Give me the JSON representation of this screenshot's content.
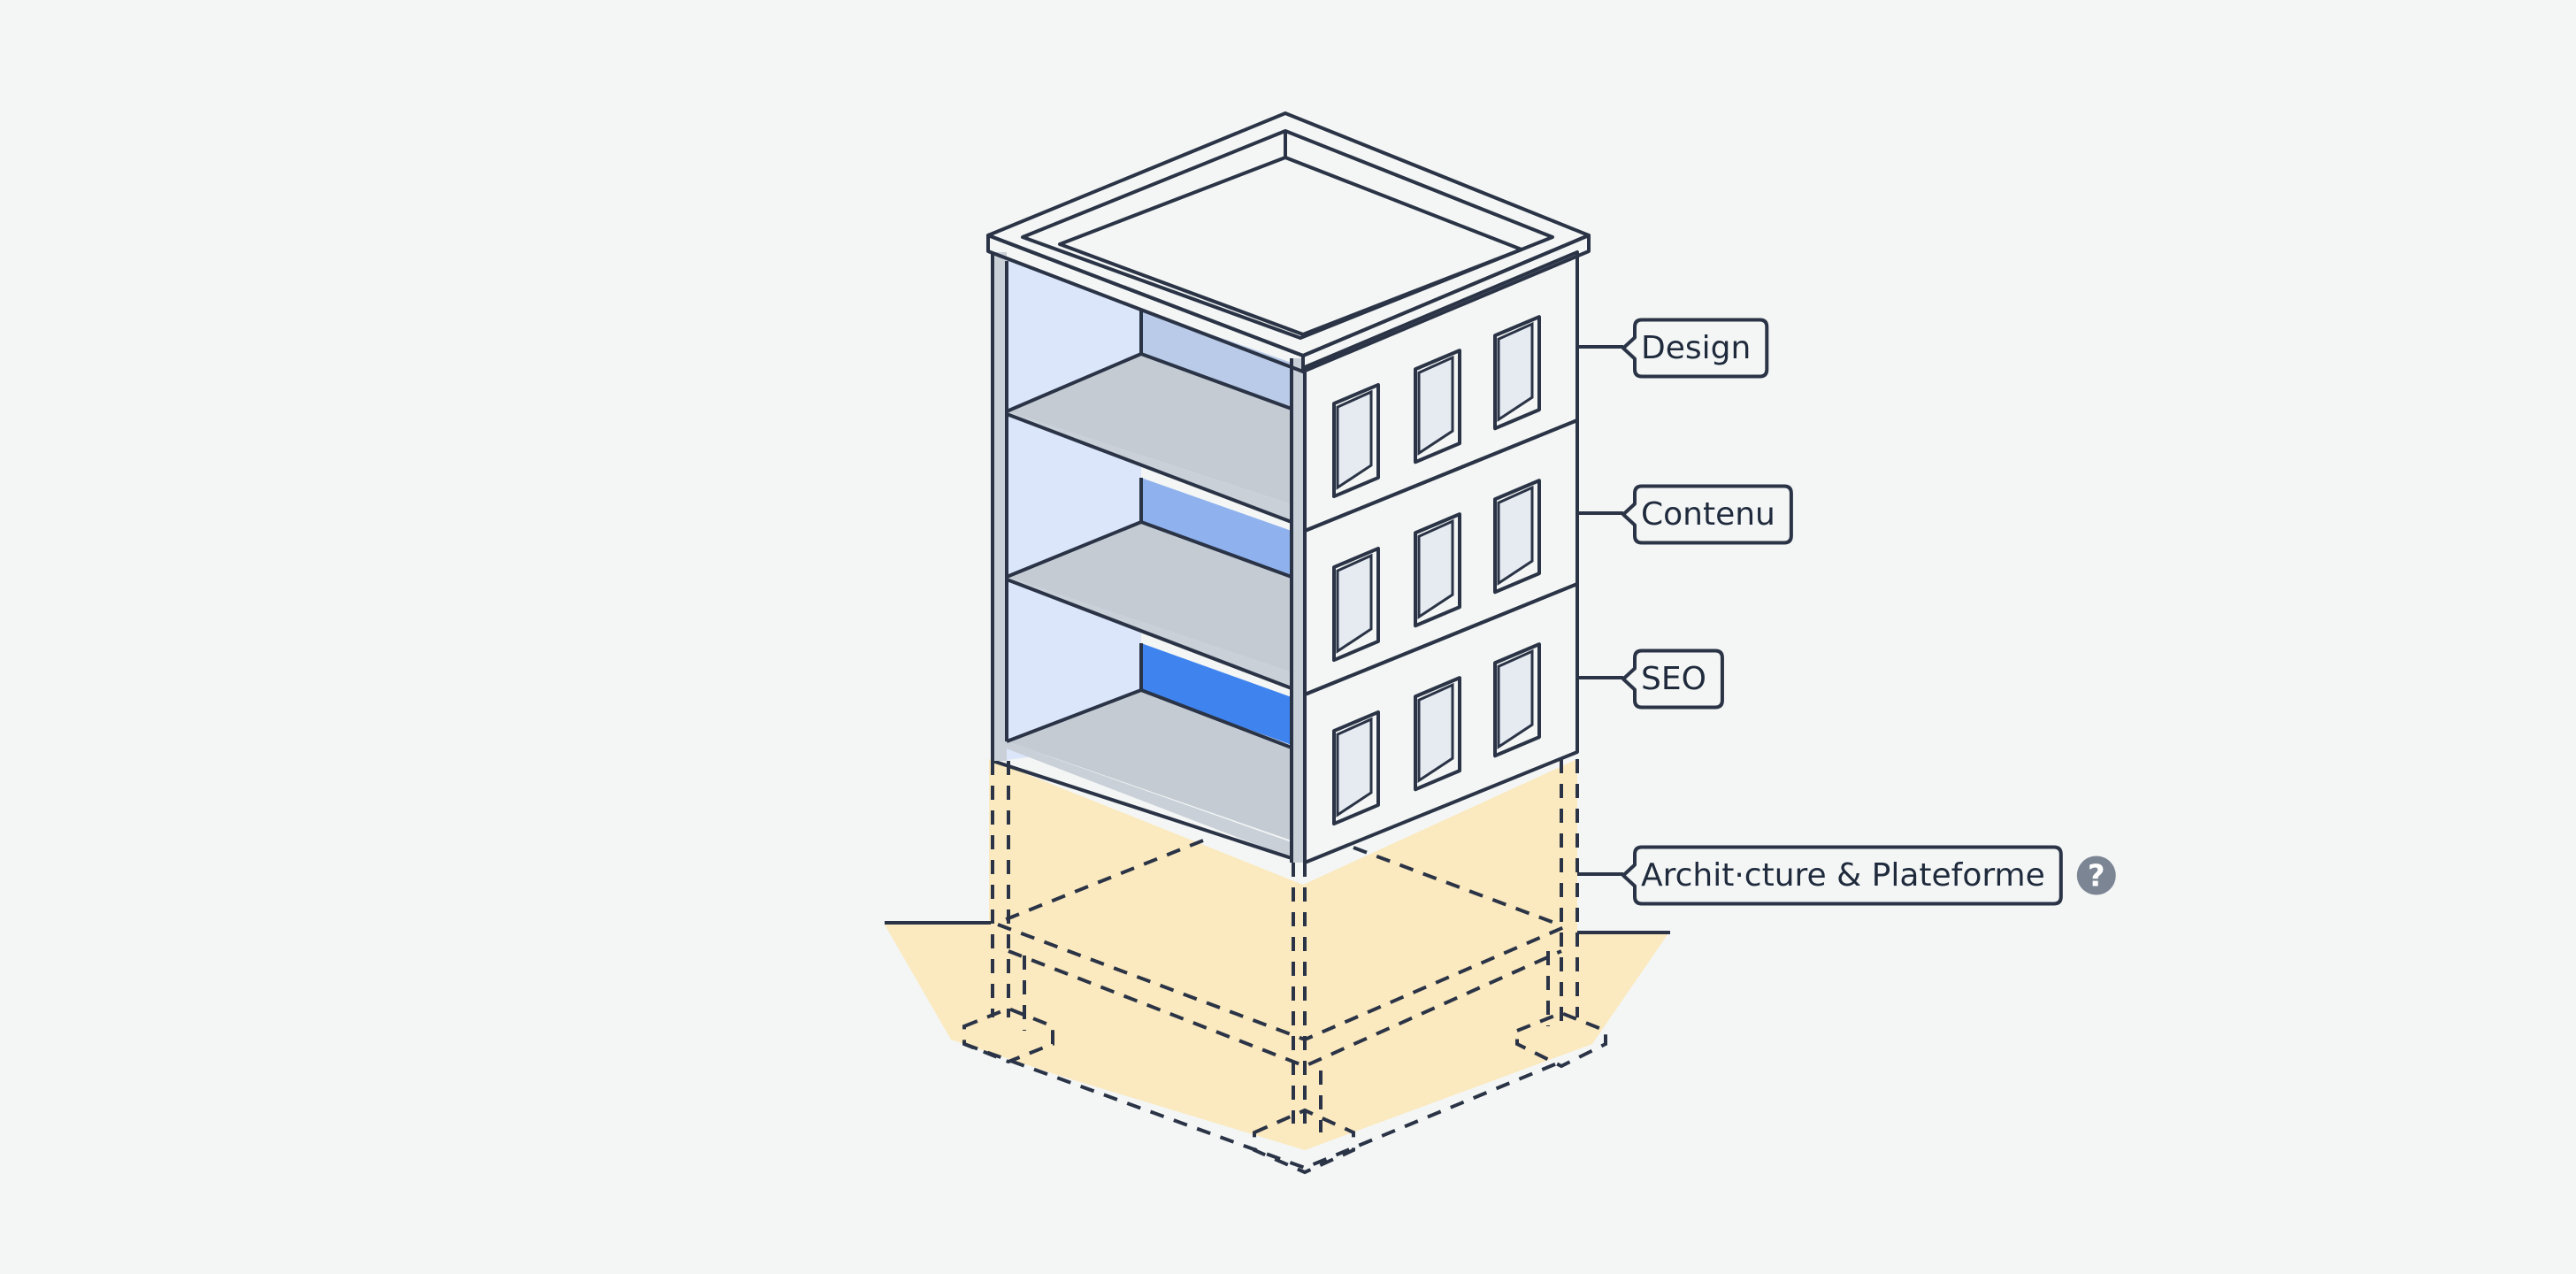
{
  "diagram": {
    "title": "Isometric building layers diagram",
    "layers": [
      {
        "id": "design",
        "label": "Design",
        "fill": "#dbe7fa"
      },
      {
        "id": "contenu",
        "label": "Contenu",
        "fill": "#b8d0f6"
      },
      {
        "id": "seo",
        "label": "SEO",
        "fill": "#8fb4f0"
      },
      {
        "id": "architecture",
        "label": "Archit·cture & Plateforme",
        "fill": "#fbe9bf"
      }
    ],
    "help_icon": {
      "name": "question-circle-icon",
      "glyph": "?",
      "color": "#7b8594"
    },
    "colors": {
      "background": "#f4f6f5",
      "outline": "#2a3446",
      "roof": "#e9ebee",
      "roof_rim": "#c9d0d8",
      "floor_slab": "#c4cbd3",
      "foundation": "#fbe9bf",
      "accent_blue": "#3f84ee"
    }
  }
}
